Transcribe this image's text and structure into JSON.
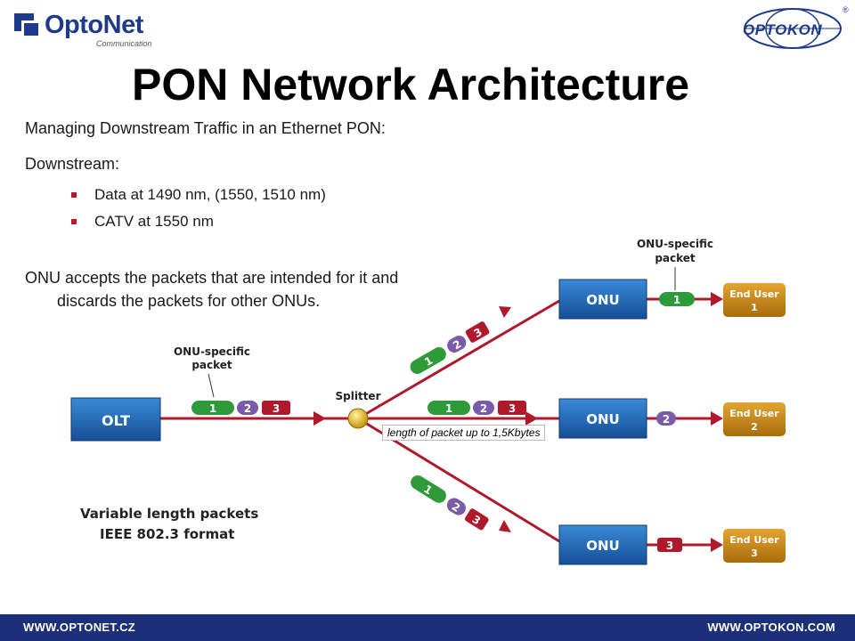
{
  "header": {
    "left_logo_name": "OptoNet",
    "left_logo_sub": "Communication",
    "right_logo_name": "OPTOKON",
    "right_logo_reg": "®"
  },
  "title": "PON Network Architecture",
  "subtitle": "Managing Downstream Traffic in an Ethernet PON:",
  "downstream_label": "Downstream:",
  "bullets": [
    "Data at 1490 nm, (1550, 1510 nm)",
    "CATV  at 1550 nm"
  ],
  "onu_text": {
    "line1": "ONU accepts the packets that are intended for it and",
    "line2": "discards the packets for other ONUs."
  },
  "diagram": {
    "olt_label": "OLT",
    "splitter_label": "Splitter",
    "onu_specific_left_l1": "ONU-specific",
    "onu_specific_left_l2": "packet",
    "onu_specific_right_l1": "ONU-specific",
    "onu_specific_right_l2": "packet",
    "packet_numbers": [
      "1",
      "2",
      "3"
    ],
    "onus": [
      {
        "label": "ONU",
        "packet": "1",
        "end_user_l1": "End User",
        "end_user_l2": "1"
      },
      {
        "label": "ONU",
        "packet": "2",
        "end_user_l1": "End User",
        "end_user_l2": "2"
      },
      {
        "label": "ONU",
        "packet": "3",
        "end_user_l1": "End User",
        "end_user_l2": "3"
      }
    ],
    "caption": "length of packet up to 1,5Kbytes",
    "variable_l1": "Variable length packets",
    "variable_l2": "IEEE 802.3 format"
  },
  "colors": {
    "brand_blue": "#1c2f7a",
    "box_blue": "#1f6fc0",
    "fiber_red": "#b0182c",
    "packet1": "#2e9a3a",
    "packet2": "#7a5ba8",
    "packet3": "#b0182c",
    "end_user": "#c88a1a"
  },
  "footer": {
    "left": "WWW.OPTONET.CZ",
    "right": "WWW.OPTOKON.COM"
  }
}
